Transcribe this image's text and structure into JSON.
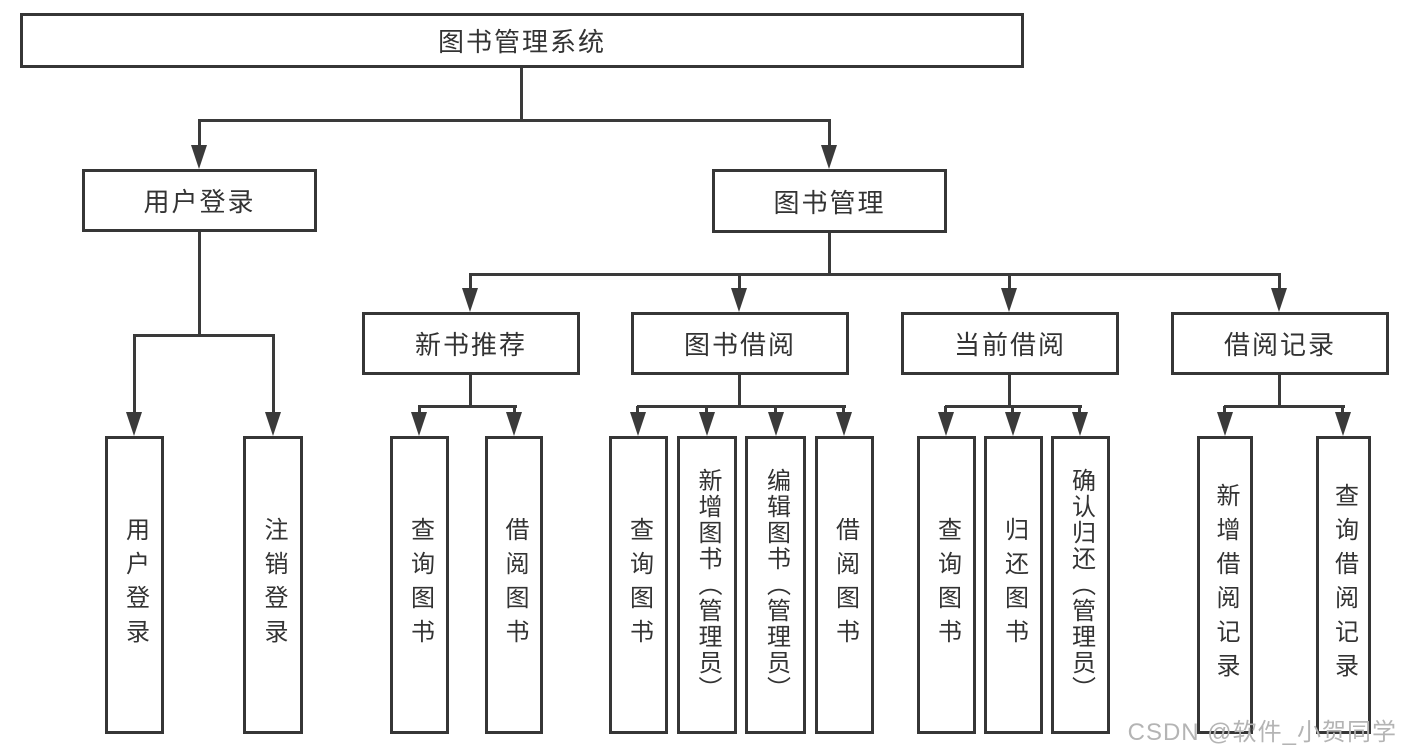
{
  "tree": {
    "label": "图书管理系统",
    "children": [
      {
        "label": "用户登录",
        "children": [
          {
            "label": "用户登录"
          },
          {
            "label": "注销登录"
          }
        ]
      },
      {
        "label": "图书管理",
        "children": [
          {
            "label": "新书推荐",
            "children": [
              {
                "label": "查询图书"
              },
              {
                "label": "借阅图书"
              }
            ]
          },
          {
            "label": "图书借阅",
            "children": [
              {
                "label": "查询图书"
              },
              {
                "label": "新增图书（管理员）"
              },
              {
                "label": "编辑图书（管理员）"
              },
              {
                "label": "借阅图书"
              }
            ]
          },
          {
            "label": "当前借阅",
            "children": [
              {
                "label": "查询图书"
              },
              {
                "label": "归还图书"
              },
              {
                "label": "确认归还（管理员）"
              }
            ]
          },
          {
            "label": "借阅记录",
            "children": [
              {
                "label": "新增借阅记录"
              },
              {
                "label": "查询借阅记录"
              }
            ]
          }
        ]
      }
    ]
  },
  "watermark": {
    "text": "CSDN @软件_小贺同学"
  },
  "colors": {
    "line": "#3a3a3a",
    "border": "#363636",
    "text": "#333333",
    "watermark": "#b4b4b4",
    "background": "#ffffff"
  }
}
